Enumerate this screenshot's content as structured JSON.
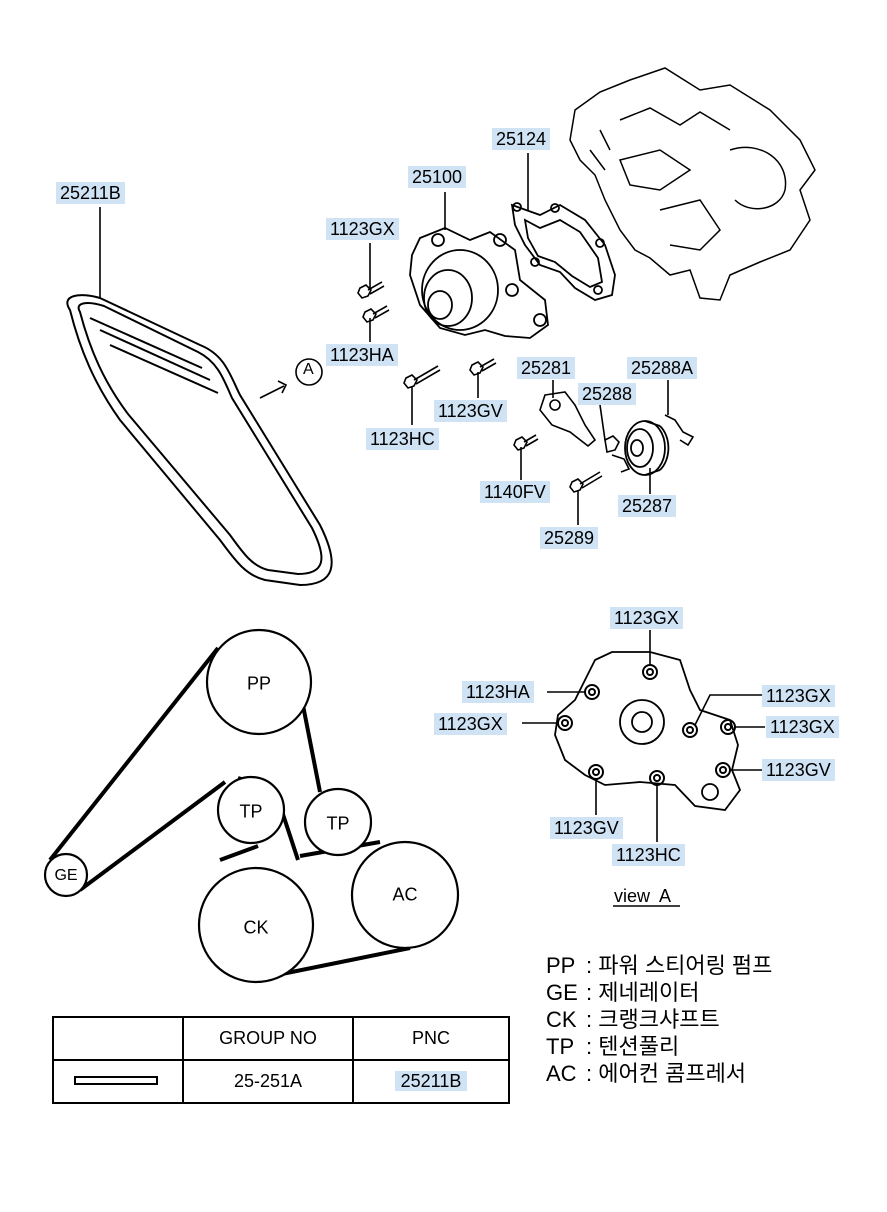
{
  "labels": {
    "belt": "25211B",
    "gasket": "25124",
    "pump": "25100",
    "bolt_gx": "1123GX",
    "bolt_ha": "1123HA",
    "bolt_hc": "1123HC",
    "bolt_gv": "1123GV",
    "tensioner_bracket": "25281",
    "tensioner_clip_a": "25288A",
    "tensioner_clip": "25288",
    "bolt_fv": "1140FV",
    "idler_pulley": "25287",
    "pulley_bolt": "25289",
    "view_marker": "A"
  },
  "view_a": {
    "top_gx": "1123GX",
    "ha": "1123HA",
    "left_gx": "1123GX",
    "right_gx_upper": "1123GX",
    "right_gx_lower": "1123GX",
    "right_gv": "1123GV",
    "bottom_gv": "1123GV",
    "bottom_hc": "1123HC",
    "caption": "view  A"
  },
  "pulleys": {
    "pp": "PP",
    "tp_left": "TP",
    "tp_right": "TP",
    "ge": "GE",
    "ck": "CK",
    "ac": "AC"
  },
  "legend": [
    {
      "abbr": "PP",
      "sep": ":",
      "text": "파워 스티어링 펌프"
    },
    {
      "abbr": "GE",
      "sep": ":",
      "text": "제네레이터"
    },
    {
      "abbr": "CK",
      "sep": ":",
      "text": "크랭크샤프트"
    },
    {
      "abbr": "TP",
      "sep": ":",
      "text": "텐션풀리"
    },
    {
      "abbr": "AC",
      "sep": ":",
      "text": "에어컨 콤프레서"
    }
  ],
  "group_table": {
    "col_group": "GROUP NO",
    "col_pnc": "PNC",
    "group_no": "25-251A",
    "pnc": "25211B"
  }
}
